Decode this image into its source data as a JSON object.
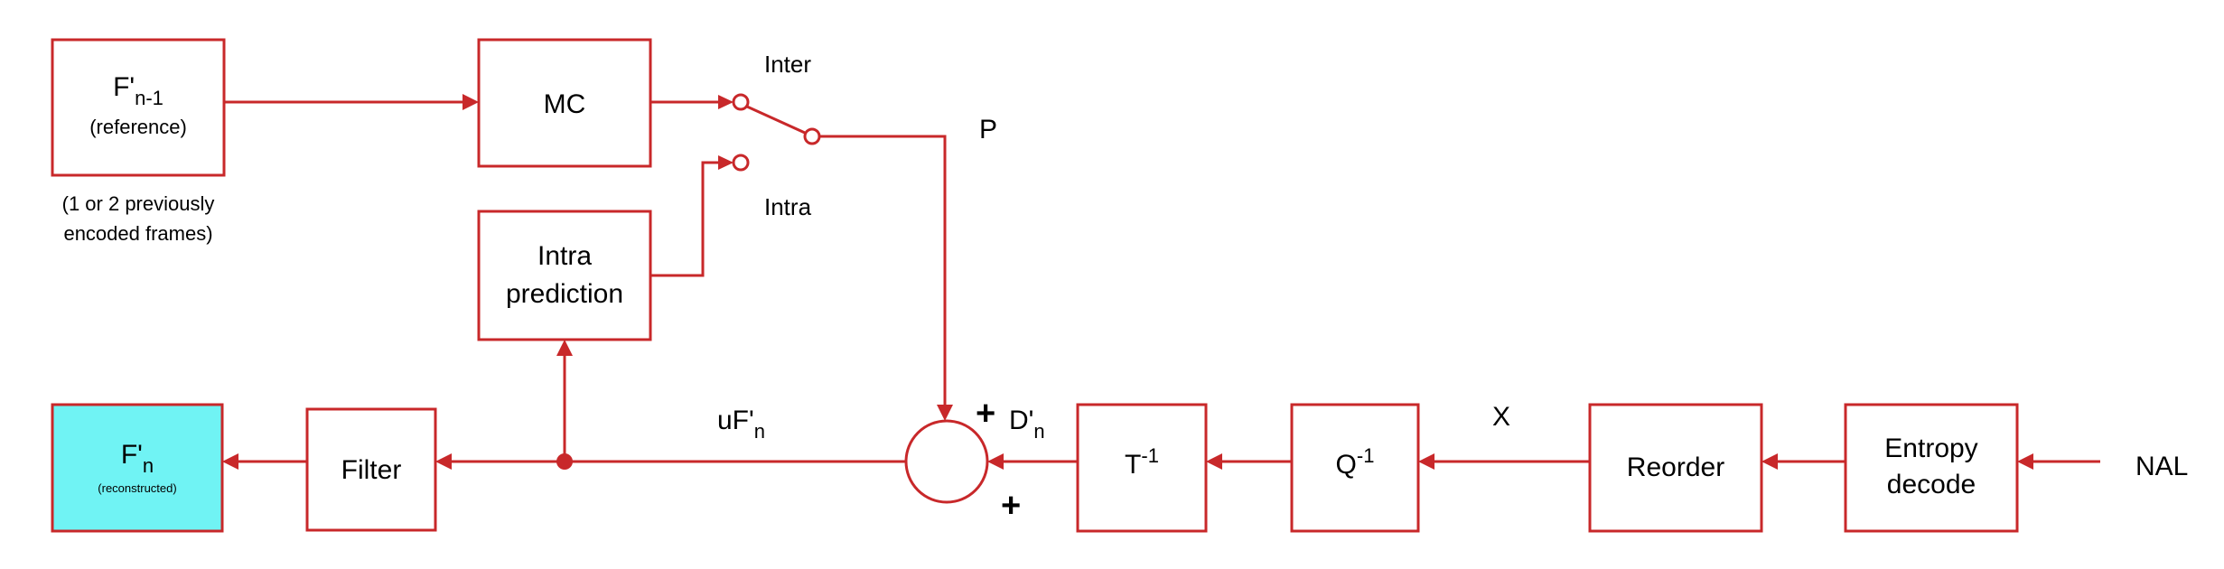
{
  "blocks": {
    "ref_frame": {
      "name": "F'",
      "subscript": "n-1",
      "caption": "(reference)"
    },
    "ref_note": {
      "line1": "(1 or 2 previously",
      "line2": "encoded frames)"
    },
    "mc": {
      "label": "MC"
    },
    "intra_pred": {
      "line1": "Intra",
      "line2": "prediction"
    },
    "recon_frame": {
      "name": "F'",
      "subscript": "n",
      "caption": "(reconstructed)"
    },
    "filter": {
      "label": "Filter"
    },
    "inv_transform": {
      "label": "T",
      "superscript": "-1"
    },
    "inv_quant": {
      "label": "Q",
      "superscript": "-1"
    },
    "reorder": {
      "label": "Reorder"
    },
    "entropy": {
      "line1": "Entropy",
      "line2": "decode"
    }
  },
  "switch": {
    "inter": "Inter",
    "intra": "Intra"
  },
  "signals": {
    "p": "P",
    "uf": {
      "name": "uF'",
      "subscript": "n"
    },
    "d": {
      "name": "D'",
      "subscript": "n"
    },
    "x": "X",
    "nal": "NAL"
  },
  "summer": {
    "plus_top": "+",
    "plus_bottom": "+"
  },
  "colors": {
    "line": "#c8282a",
    "reconstructed_fill": "#70f3f4"
  }
}
